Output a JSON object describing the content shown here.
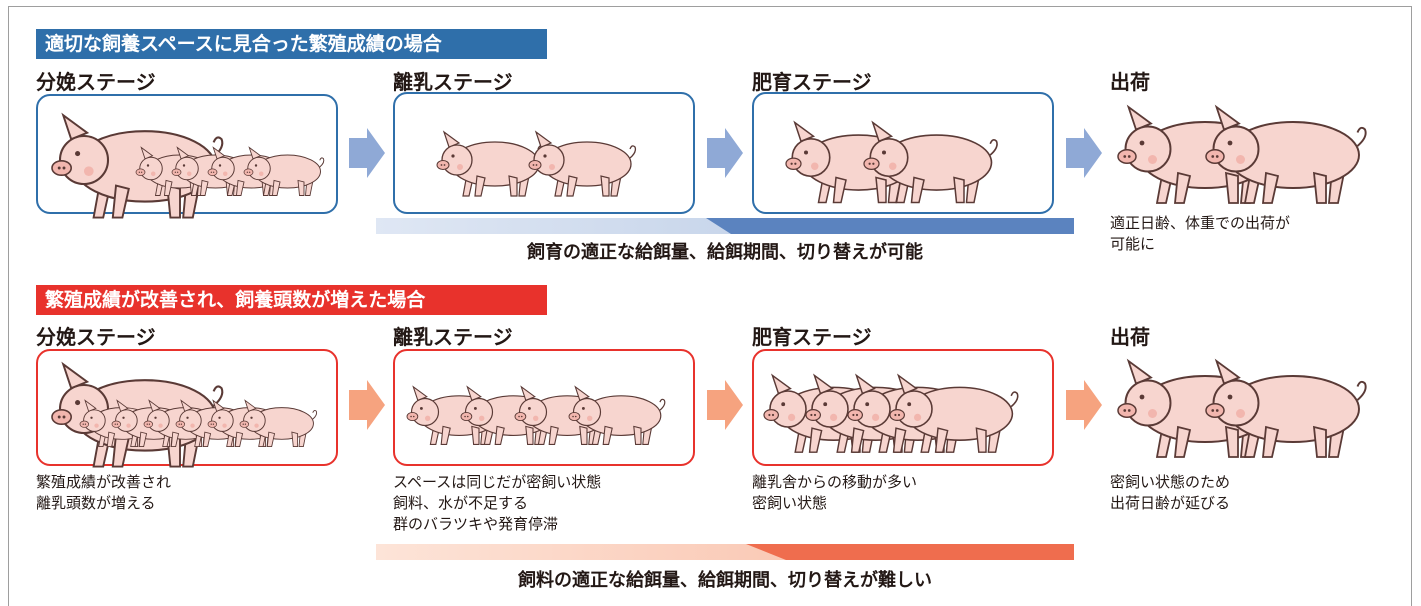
{
  "colors": {
    "blue": "#2f6faa",
    "blue_arrow": "#8fa9d6",
    "blue_bar_light": "#c9d7ec",
    "blue_bar_dark": "#5b83bf",
    "red": "#e8322c",
    "red_arrow": "#f6a37f",
    "red_bar_light": "#fbd6c6",
    "red_bar_dark": "#ef6d4e",
    "pig_body": "#f7d5cf",
    "pig_outline": "#5a3a36"
  },
  "scenario_normal": {
    "banner": "適切な飼養スペースに見合った繁殖成績の場合",
    "stages": {
      "farrowing": "分娩ステージ",
      "weaning": "離乳ステージ",
      "finishing": "肥育ステージ",
      "shipping": "出荷"
    },
    "shipping_note": [
      "適正日齢、体重での出荷が",
      "可能に"
    ],
    "bar_caption": "飼育の適正な給餌量、給餌期間、切り替えが可能"
  },
  "scenario_improved": {
    "banner": "繁殖成績が改善され、飼養頭数が増えた場合",
    "stages": {
      "farrowing": "分娩ステージ",
      "weaning": "離乳ステージ",
      "finishing": "肥育ステージ",
      "shipping": "出荷"
    },
    "notes": {
      "farrowing": [
        "繁殖成績が改善され",
        "離乳頭数が増える"
      ],
      "weaning": [
        "スペースは同じだが密飼い状態",
        "飼料、水が不足する",
        "群のバラツキや発育停滞"
      ],
      "finishing": [
        "離乳舎からの移動が多い",
        "密飼い状態"
      ],
      "shipping": [
        "密飼い状態のため",
        "出荷日齢が延びる"
      ]
    },
    "bar_caption": "飼料の適正な給餌量、給餌期間、切り替えが難しい"
  }
}
